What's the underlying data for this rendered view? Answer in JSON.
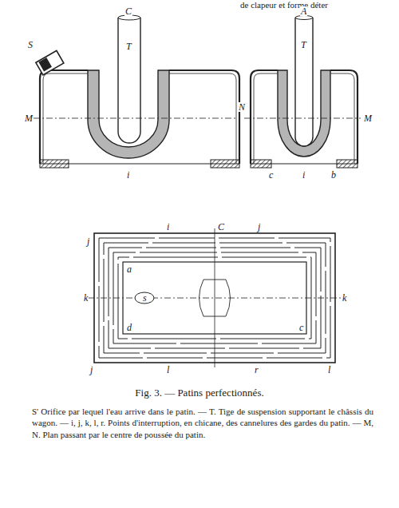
{
  "diagram": {
    "caption": "Fig. 3. — Patins perfectionnés.",
    "labels": [
      "de clapeur et forme déter",
      "C",
      "T",
      "S",
      "M",
      "N",
      "i",
      "A",
      "T",
      "M",
      "c",
      "i",
      "b",
      "i",
      "C",
      "j",
      "j",
      "a",
      "k",
      "k",
      "s",
      "d",
      "c",
      "j",
      "l",
      "r",
      "l",
      "S' Orifice par lequel l'eau arrive dans le patin. — T. Tige de suspension supportant le châssis du wagon. — i, j, k, l, r. Points d'interruption, en chicane, des cannelures des gardes du patin. — M, N. Plan passant par le centre de poussée du patin."
    ]
  }
}
